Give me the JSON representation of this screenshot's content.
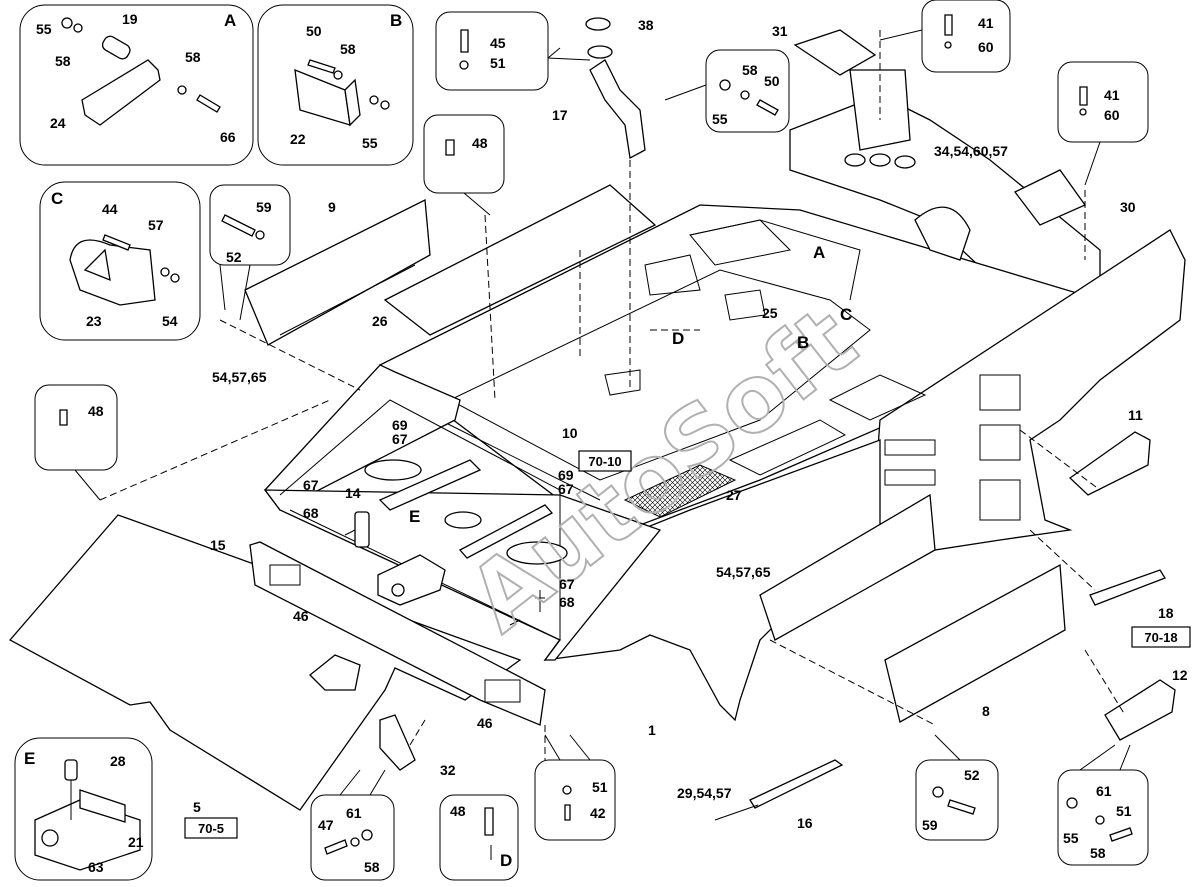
{
  "watermark": "AutoSoft",
  "callouts": [
    {
      "text": "55"
    },
    {
      "text": "19"
    },
    {
      "text": "58"
    },
    {
      "text": "58"
    },
    {
      "text": "24"
    },
    {
      "text": "66"
    },
    {
      "text": "50"
    },
    {
      "text": "58"
    },
    {
      "text": "22"
    },
    {
      "text": "55"
    },
    {
      "text": "45"
    },
    {
      "text": "51"
    },
    {
      "text": "38"
    },
    {
      "text": "17"
    },
    {
      "text": "58"
    },
    {
      "text": "50"
    },
    {
      "text": "55"
    },
    {
      "text": "31"
    },
    {
      "text": "41"
    },
    {
      "text": "60"
    },
    {
      "text": "41"
    },
    {
      "text": "60"
    },
    {
      "text": "48"
    },
    {
      "text": "34,54,60,57"
    },
    {
      "text": "30"
    },
    {
      "text": "44"
    },
    {
      "text": "57"
    },
    {
      "text": "23"
    },
    {
      "text": "54"
    },
    {
      "text": "59"
    },
    {
      "text": "52"
    },
    {
      "text": "9"
    },
    {
      "text": "26"
    },
    {
      "text": "25"
    },
    {
      "text": "54,57,65"
    },
    {
      "text": "48"
    },
    {
      "text": "69"
    },
    {
      "text": "67"
    },
    {
      "text": "10"
    },
    {
      "text": "69"
    },
    {
      "text": "67"
    },
    {
      "text": "67"
    },
    {
      "text": "68"
    },
    {
      "text": "14"
    },
    {
      "text": "27"
    },
    {
      "text": "11"
    },
    {
      "text": "15"
    },
    {
      "text": "46"
    },
    {
      "text": "54,57,65"
    },
    {
      "text": "67"
    },
    {
      "text": "68"
    },
    {
      "text": "18"
    },
    {
      "text": "12"
    },
    {
      "text": "1"
    },
    {
      "text": "46"
    },
    {
      "text": "8"
    },
    {
      "text": "28"
    },
    {
      "text": "21"
    },
    {
      "text": "63"
    },
    {
      "text": "5"
    },
    {
      "text": "32"
    },
    {
      "text": "61"
    },
    {
      "text": "47"
    },
    {
      "text": "58"
    },
    {
      "text": "48"
    },
    {
      "text": "51"
    },
    {
      "text": "42"
    },
    {
      "text": "29,54,57"
    },
    {
      "text": "16"
    },
    {
      "text": "52"
    },
    {
      "text": "59"
    },
    {
      "text": "61"
    },
    {
      "text": "51"
    },
    {
      "text": "55"
    },
    {
      "text": "58"
    }
  ],
  "view_letters": [
    {
      "text": "A"
    },
    {
      "text": "B"
    },
    {
      "text": "C"
    },
    {
      "text": "E"
    },
    {
      "text": "D"
    },
    {
      "text": "A"
    },
    {
      "text": "B"
    },
    {
      "text": "C"
    },
    {
      "text": "D"
    },
    {
      "text": "E"
    }
  ],
  "page_refs": [
    {
      "text": "70-10"
    },
    {
      "text": "70-18"
    },
    {
      "text": "70-5"
    }
  ]
}
